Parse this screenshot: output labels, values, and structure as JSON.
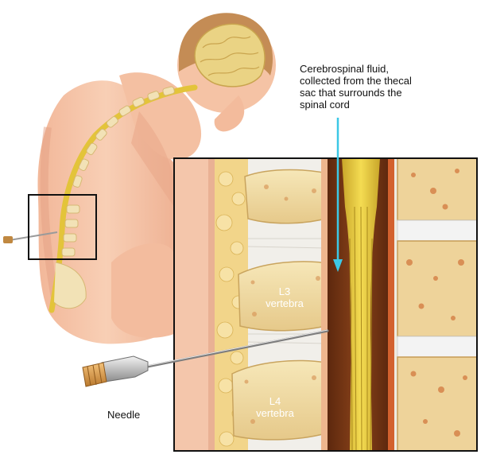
{
  "labels": {
    "csf_line1": "Cerebrospinal fluid,",
    "csf_line2": "collected from the thecal",
    "csf_line3": "sac that surrounds the",
    "csf_line4": "spinal cord",
    "l3_line1": "L3",
    "l3_line2": "vertebra",
    "l4_line1": "L4",
    "l4_line2": "vertebra",
    "needle": "Needle"
  },
  "colors": {
    "skin": "#f6c6a8",
    "skin_shadow": "#e9a68a",
    "hair": "#c7935c",
    "brain": "#e8cf78",
    "spinal_cord": "#e3c93c",
    "bone": "#f0dca4",
    "bone_spots": "#d98a55",
    "disc": "#f3f3f3",
    "thecal_sac": "#7b3a16",
    "pointer_arrow": "#3cc8e6",
    "frame": "#111111"
  }
}
